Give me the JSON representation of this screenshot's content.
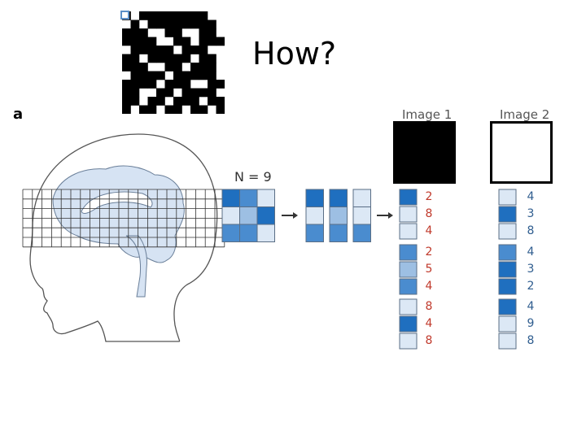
{
  "title": "How?",
  "panel_label": "a",
  "n_label": "N = 9",
  "image1": {
    "title": "Image 1",
    "fill": "#000000"
  },
  "image2": {
    "title": "Image 2",
    "fill": "#ffffff"
  },
  "colors": {
    "dark_blue": "#1f6fbf",
    "mid_blue": "#4a8ccf",
    "light_blue": "#9dbfe3",
    "pale_blue": "#dce8f5",
    "red_text": "#c0392b",
    "blue_text": "#2f5d8f"
  },
  "qr_pattern": [
    [
      1,
      0,
      1,
      1,
      1,
      1,
      1,
      1,
      1,
      1,
      0,
      0
    ],
    [
      0,
      1,
      0,
      1,
      1,
      1,
      1,
      1,
      1,
      1,
      1,
      0
    ],
    [
      1,
      1,
      1,
      0,
      0,
      1,
      1,
      0,
      0,
      1,
      1,
      0
    ],
    [
      1,
      1,
      1,
      1,
      0,
      0,
      1,
      1,
      0,
      1,
      1,
      1
    ],
    [
      0,
      1,
      1,
      1,
      1,
      1,
      0,
      1,
      1,
      1,
      0,
      0
    ],
    [
      1,
      1,
      0,
      1,
      1,
      1,
      1,
      1,
      0,
      1,
      1,
      0
    ],
    [
      1,
      1,
      1,
      0,
      0,
      1,
      1,
      0,
      1,
      1,
      1,
      0
    ],
    [
      0,
      1,
      1,
      1,
      1,
      0,
      1,
      1,
      1,
      1,
      1,
      0
    ],
    [
      1,
      1,
      1,
      1,
      0,
      1,
      1,
      1,
      0,
      0,
      1,
      1
    ],
    [
      1,
      1,
      0,
      0,
      1,
      1,
      0,
      1,
      1,
      1,
      1,
      0
    ],
    [
      1,
      1,
      0,
      1,
      1,
      0,
      1,
      1,
      1,
      0,
      1,
      1
    ],
    [
      1,
      0,
      1,
      1,
      0,
      1,
      1,
      0,
      1,
      1,
      0,
      1
    ]
  ],
  "voxel_grid_3x3": [
    [
      "dark_blue",
      "mid_blue",
      "pale_blue"
    ],
    [
      "pale_blue",
      "light_blue",
      "dark_blue"
    ],
    [
      "mid_blue",
      "mid_blue",
      "pale_blue"
    ]
  ],
  "voxel_columns": [
    [
      "dark_blue",
      "pale_blue",
      "mid_blue"
    ],
    [
      "dark_blue",
      "light_blue",
      "mid_blue"
    ],
    [
      "pale_blue",
      "pale_blue",
      "mid_blue"
    ]
  ],
  "image1_column": {
    "cells": [
      "dark_blue",
      "pale_blue",
      "pale_blue",
      "mid_blue",
      "light_blue",
      "mid_blue",
      "pale_blue",
      "dark_blue",
      "pale_blue"
    ],
    "values": [
      "2",
      "8",
      "4",
      "2",
      "5",
      "4",
      "8",
      "4",
      "8"
    ]
  },
  "image2_column": {
    "cells": [
      "pale_blue",
      "dark_blue",
      "pale_blue",
      "mid_blue",
      "dark_blue",
      "dark_blue",
      "dark_blue",
      "pale_blue",
      "pale_blue"
    ],
    "values": [
      "4",
      "3",
      "8",
      "4",
      "3",
      "2",
      "4",
      "9",
      "8"
    ]
  }
}
